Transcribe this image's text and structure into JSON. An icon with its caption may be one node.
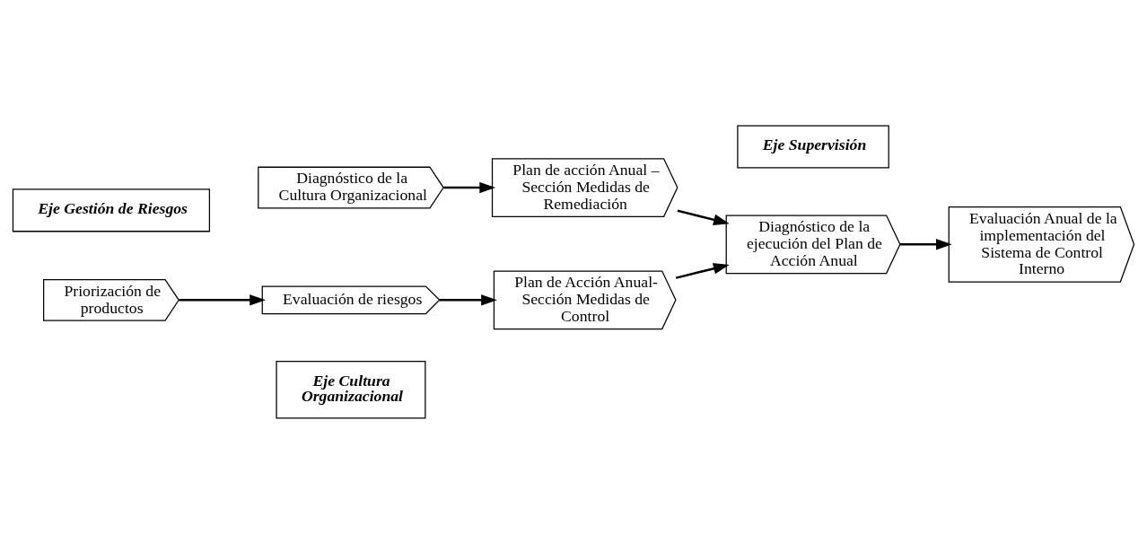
{
  "diagram": {
    "nodes": [
      {
        "text": [
          "Eje Cultura Organizacional"
        ]
      },
      {
        "text": [
          "Diagnóstico de la Cultura Organizacional"
        ]
      },
      {
        "text": [
          "Plan de acción Anual – Sección Medidas de Remediación"
        ]
      },
      {
        "text": [
          "Eje Supervisión"
        ]
      },
      {
        "text": [
          "Diagnóstico de la ejecución del Plan de Acción Anual"
        ]
      },
      {
        "text": [
          "Evaluación Anual de la implementación del Sistema de Control Interno"
        ]
      },
      {
        "text": [
          "Eje Gestión de Riesgos"
        ]
      },
      {
        "text": [
          "Priorización de productos"
        ]
      },
      {
        "text": [
          "Evaluación de riesgos"
        ]
      },
      {
        "text": [
          "Plan de Acción Anual-Sección Medidas de Control"
        ]
      }
    ],
    "edges": [
      {
        "from": 1,
        "to": 2,
        "arrow": "to"
      },
      {
        "from": 2,
        "to": 4,
        "arrow": "to"
      },
      {
        "from": 4,
        "to": 5,
        "arrow": "to"
      },
      {
        "from": 7,
        "to": 8,
        "arrow": "to"
      },
      {
        "from": 8,
        "to": 9,
        "arrow": "to"
      },
      {
        "from": 9,
        "to": 4,
        "arrow": "to"
      }
    ]
  }
}
